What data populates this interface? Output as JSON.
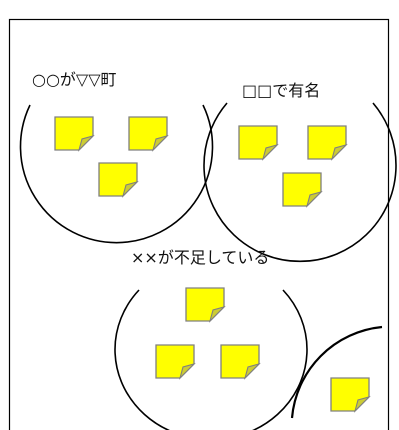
{
  "groups": [
    {
      "label": "○○が▽▽町",
      "note_count": 3
    },
    {
      "label": "□□で有名",
      "note_count": 3
    },
    {
      "label": "××が不足している",
      "note_count": 3
    },
    {
      "label": "",
      "note_count": 1
    }
  ],
  "colors": {
    "border": "#000000",
    "circle_stroke": "#000000",
    "note_fill": "#ffff00",
    "note_fold_fill": "#cccc33",
    "note_stroke": "#808080"
  },
  "icons": {
    "sticky_note": "sticky-note-icon"
  }
}
